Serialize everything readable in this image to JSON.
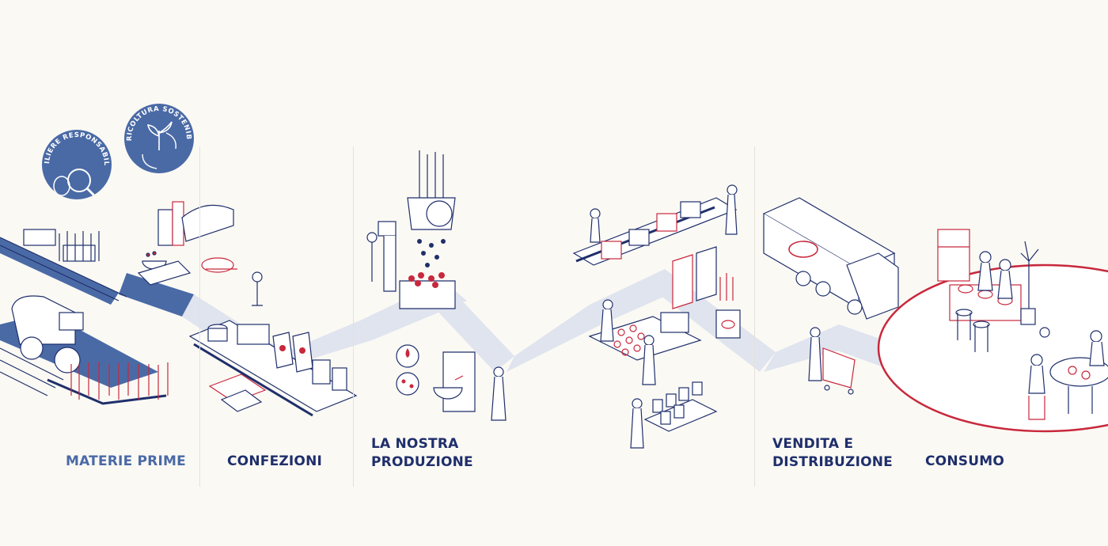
{
  "badges": [
    {
      "label": "FILIERE RESPONSABILI",
      "icon": "magnifier-fruit-icon"
    },
    {
      "label": "AGRICOLTURA SOSTENIBILE",
      "icon": "sprout-cycle-icon"
    }
  ],
  "stages": [
    {
      "id": "materie-prime",
      "label": "MATERIE PRIME",
      "muted": true
    },
    {
      "id": "confezioni",
      "label": "CONFEZIONI",
      "muted": false
    },
    {
      "id": "produzione",
      "label": "LA NOSTRA\nPRODUZIONE",
      "muted": false
    },
    {
      "id": "distribuzione",
      "label": "VENDITA E\nDISTRIBUZIONE",
      "muted": false
    },
    {
      "id": "consumo",
      "label": "CONSUMO",
      "muted": false
    }
  ],
  "colors": {
    "navy": "#1f2f6b",
    "badge_blue": "#4a6aa6",
    "path_light": "#dfe4ee",
    "accent_red": "#c8283c",
    "background": "#fbf9f4"
  }
}
